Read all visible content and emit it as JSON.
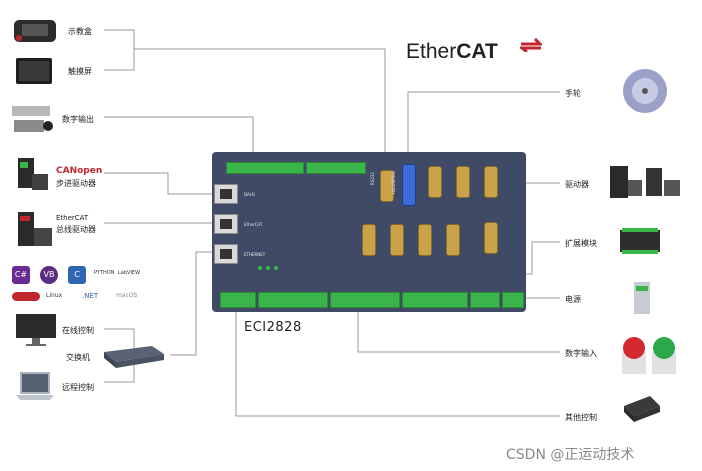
{
  "logo": {
    "ether": "Ether",
    "cat": "CAT"
  },
  "left_labels": {
    "teach_pendant": "示教盒",
    "touch_screen": "触摸屏",
    "digital_output": "数字输出",
    "canopen_logo": "CANopen",
    "stepper_driver": "步进驱动器",
    "ethercat_logo": "EtherCAT",
    "bus_driver": "总线驱动器",
    "host_control": "在线控制",
    "switch": "交换机",
    "remote_control": "远程控制"
  },
  "right_labels": {
    "handwheel": "手轮",
    "driver": "驱动器",
    "expansion": "扩展模块",
    "power": "电源",
    "digital_input": "数字输入",
    "other_control": "其他控制"
  },
  "board": {
    "model": "ECI2828",
    "port_dah1": "DAH1",
    "port_ethercat": "EtherCAT",
    "port_ethernet": "ETHERNET",
    "rs232": "RS232",
    "handwheel_port": "HandWheel"
  },
  "language_icons": [
    "C#",
    "VB",
    "C",
    "PYTHON",
    "LabVIEW",
    "Linux",
    ".NET",
    "macOS"
  ],
  "watermark": "CSDN @正运动技术"
}
